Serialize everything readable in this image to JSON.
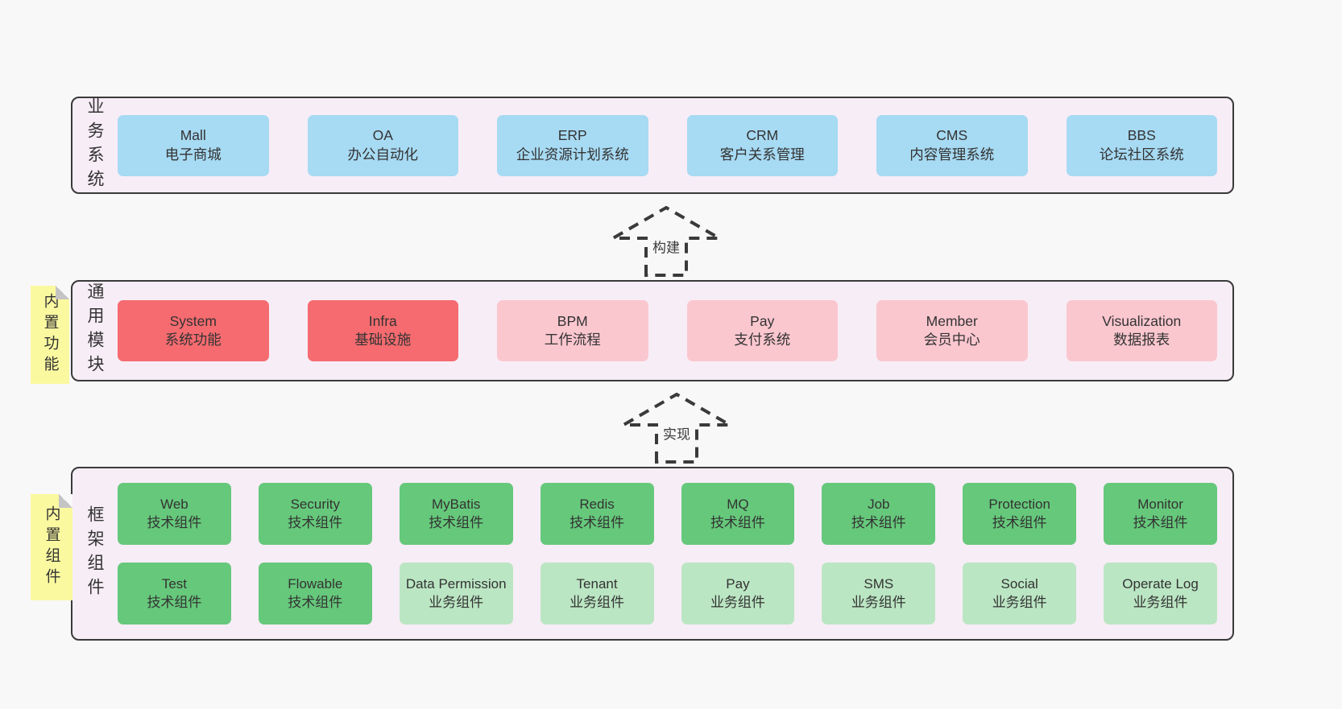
{
  "colors": {
    "page_bg": "#f8f8f8",
    "container_fill": "#f7edf6",
    "container_border": "#3a3a3a",
    "box_blue": "#a7daf3",
    "box_red": "#f56b6f",
    "box_pink": "#fbc7cf",
    "box_green_dark": "#66c87b",
    "box_green_light": "#bbe6c3",
    "sticky_yellow": "#fbf9a0",
    "text": "#333333"
  },
  "arrows": {
    "build": "构建",
    "implement": "实现"
  },
  "layers": {
    "business": {
      "label": "业务系统",
      "boxes": [
        {
          "en": "Mall",
          "zh": "电子商城"
        },
        {
          "en": "OA",
          "zh": "办公自动化"
        },
        {
          "en": "ERP",
          "zh": "企业资源计划系统"
        },
        {
          "en": "CRM",
          "zh": "客户关系管理"
        },
        {
          "en": "CMS",
          "zh": "内容管理系统"
        },
        {
          "en": "BBS",
          "zh": "论坛社区系统"
        }
      ]
    },
    "modules": {
      "label": "通用模块",
      "sticky": "内置功能",
      "boxes": [
        {
          "en": "System",
          "zh": "系统功能"
        },
        {
          "en": "Infra",
          "zh": "基础设施"
        },
        {
          "en": "BPM",
          "zh": "工作流程"
        },
        {
          "en": "Pay",
          "zh": "支付系统"
        },
        {
          "en": "Member",
          "zh": "会员中心"
        },
        {
          "en": "Visualization",
          "zh": "数据报表"
        }
      ]
    },
    "components": {
      "label": "框架组件",
      "sticky": "内置组件",
      "row1": [
        {
          "en": "Web",
          "zh": "技术组件"
        },
        {
          "en": "Security",
          "zh": "技术组件"
        },
        {
          "en": "MyBatis",
          "zh": "技术组件"
        },
        {
          "en": "Redis",
          "zh": "技术组件"
        },
        {
          "en": "MQ",
          "zh": "技术组件"
        },
        {
          "en": "Job",
          "zh": "技术组件"
        },
        {
          "en": "Protection",
          "zh": "技术组件"
        },
        {
          "en": "Monitor",
          "zh": "技术组件"
        }
      ],
      "row2": [
        {
          "en": "Test",
          "zh": "技术组件"
        },
        {
          "en": "Flowable",
          "zh": "技术组件"
        },
        {
          "en": "Data Permission",
          "zh": "业务组件"
        },
        {
          "en": "Tenant",
          "zh": "业务组件"
        },
        {
          "en": "Pay",
          "zh": "业务组件"
        },
        {
          "en": "SMS",
          "zh": "业务组件"
        },
        {
          "en": "Social",
          "zh": "业务组件"
        },
        {
          "en": "Operate Log",
          "zh": "业务组件"
        }
      ]
    }
  }
}
